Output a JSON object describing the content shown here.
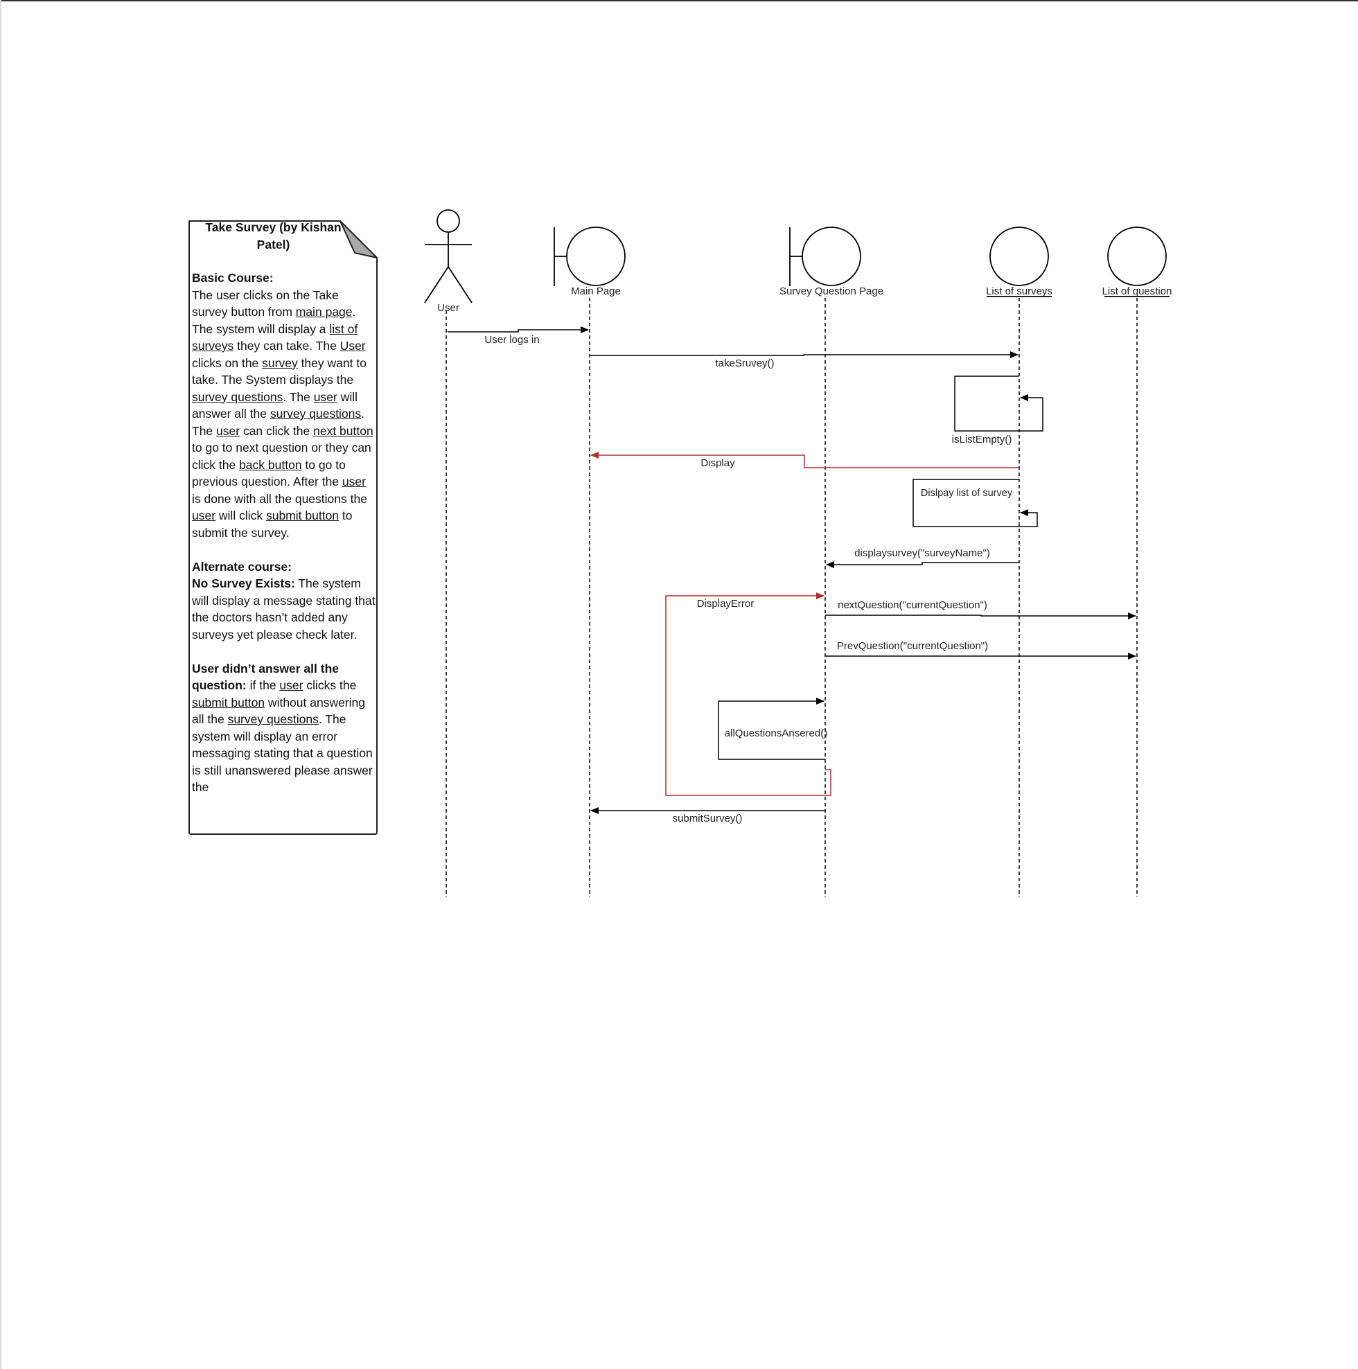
{
  "note": {
    "title": "Take Survey  (by Kishan Patel)",
    "sections": [
      {
        "heading": "Basic Course:",
        "runs": [
          {
            "t": "The user clicks on the Take survey button from "
          },
          {
            "t": "main page",
            "u": true
          },
          {
            "t": ". The system will display a "
          },
          {
            "t": "list of surveys",
            "u": true
          },
          {
            "t": " they can take. The "
          },
          {
            "t": "User",
            "u": true
          },
          {
            "t": " clicks on the "
          },
          {
            "t": "survey",
            "u": true
          },
          {
            "t": " they want to take. The System displays the "
          },
          {
            "t": "survey questions",
            "u": true
          },
          {
            "t": ". The "
          },
          {
            "t": "user",
            "u": true
          },
          {
            "t": " will answer all the "
          },
          {
            "t": "survey questions",
            "u": true
          },
          {
            "t": ". The "
          },
          {
            "t": "user",
            "u": true
          },
          {
            "t": " can click the "
          },
          {
            "t": "next button",
            "u": true
          },
          {
            "t": " to go to next question or they can click the "
          },
          {
            "t": "back button",
            "u": true
          },
          {
            "t": " to go to previous question. After the "
          },
          {
            "t": "user",
            "u": true
          },
          {
            "t": " is done with all the questions the "
          },
          {
            "t": "user",
            "u": true
          },
          {
            "t": " will click "
          },
          {
            "t": "submit button",
            "u": true
          },
          {
            "t": " to submit the survey."
          }
        ]
      },
      {
        "heading": "Alternate course:",
        "subheading": "No Survey Exists:",
        "runs": [
          {
            "t": " The system will display a message stating that the doctors hasn’t added any surveys yet please check later."
          }
        ]
      },
      {
        "heading": "",
        "subheading": "User didn’t answer all the question:",
        "runs": [
          {
            "t": " if the "
          },
          {
            "t": "user",
            "u": true
          },
          {
            "t": " clicks the "
          },
          {
            "t": "submit button",
            "u": true
          },
          {
            "t": " without answering all the "
          },
          {
            "t": "survey questions",
            "u": true
          },
          {
            "t": ". The system will display an error messaging stating that a question is still unanswered please answer the"
          }
        ]
      }
    ]
  },
  "lifelines": [
    {
      "id": "user",
      "kind": "actor",
      "label": "User"
    },
    {
      "id": "main",
      "kind": "boundary",
      "label": "Main Page"
    },
    {
      "id": "sqp",
      "kind": "boundary",
      "label": "Survey Question Page"
    },
    {
      "id": "los",
      "kind": "entity",
      "label": "List of surveys"
    },
    {
      "id": "loq",
      "kind": "entity",
      "label": "List of question"
    }
  ],
  "messages": [
    {
      "id": "msg-user-logs-in",
      "label": "User logs in",
      "from": "user",
      "to": "main",
      "color": "#000000"
    },
    {
      "id": "msg-take-survey",
      "label": "takeSruvey()",
      "from": "main",
      "to": "los",
      "color": "#000000"
    },
    {
      "id": "msg-is-list-empty",
      "label": "isListEmpty()",
      "from": "los",
      "to": "los",
      "self": true,
      "color": "#000000"
    },
    {
      "id": "msg-display",
      "label": "Display",
      "from": "los",
      "to": "main",
      "color": "#b03030"
    },
    {
      "id": "msg-display-list",
      "label": "Dislpay list of survey",
      "from": "los",
      "to": "los",
      "self": true,
      "color": "#000000"
    },
    {
      "id": "msg-display-survey",
      "label": "displaysurvey(\"surveyName\")",
      "from": "los",
      "to": "sqp",
      "color": "#000000"
    },
    {
      "id": "msg-display-error",
      "label": "DisplayError",
      "from": "sqp",
      "to": "sqp",
      "self": true,
      "color": "#b03030"
    },
    {
      "id": "msg-next-question",
      "label": "nextQuestion(\"currentQuestion\")",
      "from": "sqp",
      "to": "loq",
      "color": "#000000"
    },
    {
      "id": "msg-prev-question",
      "label": "PrevQuestion(\"currentQuestion\")",
      "from": "sqp",
      "to": "loq",
      "color": "#000000"
    },
    {
      "id": "msg-all-answered",
      "label": "allQuestionsAnsered()",
      "from": "sqp",
      "to": "sqp",
      "self": true,
      "color": "#000000"
    },
    {
      "id": "msg-submit-survey",
      "label": "submitSurvey()",
      "from": "sqp",
      "to": "main",
      "color": "#000000"
    }
  ],
  "colors": {
    "line": "#000000",
    "error": "#b03030",
    "note_fold": "#a8a8a8"
  }
}
